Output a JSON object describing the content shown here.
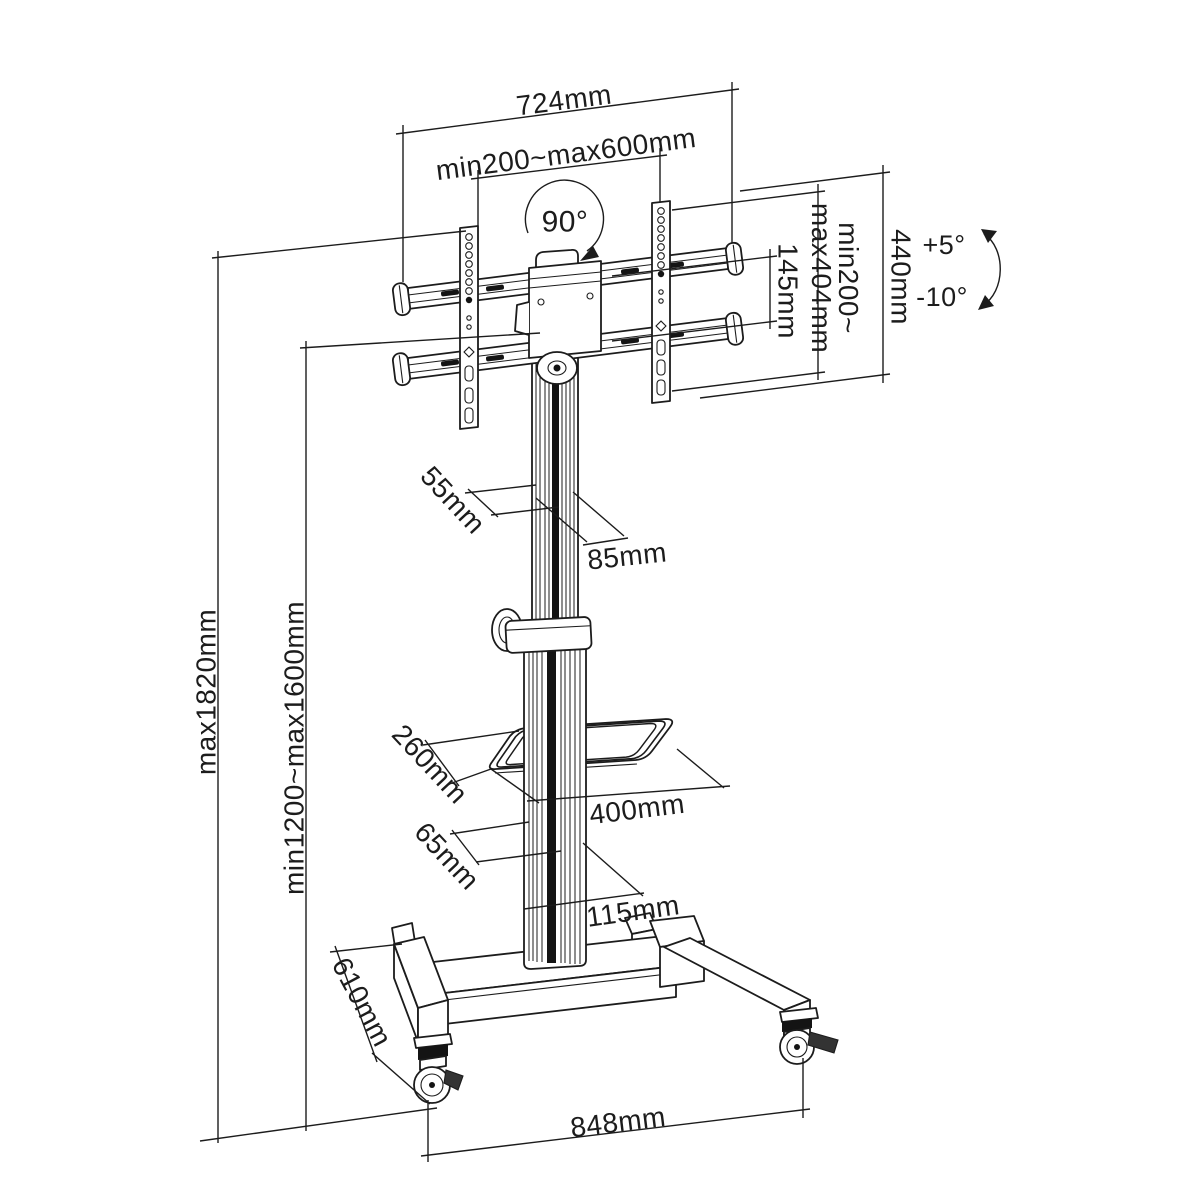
{
  "diagram": {
    "kind": "technical-dimension-drawing",
    "colors": {
      "background": "#ffffff",
      "line": "#1c1c1c",
      "dark_fill": "#141414"
    },
    "labels": {
      "top_width": "724mm",
      "vesa_width": "min200~max600mm",
      "swivel": "90°",
      "plate_height": "145mm",
      "vesa_height_line1": "min200~",
      "vesa_height_line2": "max404mm",
      "bracket_height": "440mm",
      "tilt_up": "+5°",
      "tilt_down": "-10°",
      "col_inner_depth": "55mm",
      "col_inner_width": "85mm",
      "height_total": "max1820mm",
      "height_range": "min1200~max1600mm",
      "shelf_depth": "260mm",
      "shelf_width": "400mm",
      "col_outer_depth": "65mm",
      "col_outer_width": "115mm",
      "leg_length": "610mm",
      "base_width": "848mm"
    }
  }
}
